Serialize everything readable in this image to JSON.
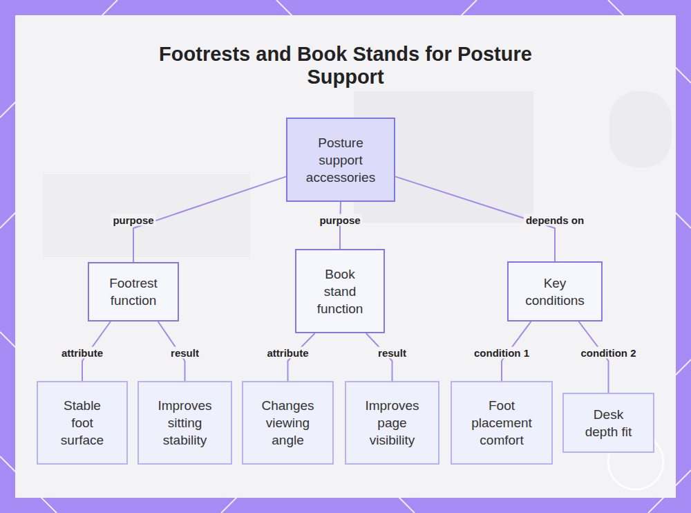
{
  "diagram": {
    "title": "Footrests and Book Stands for Posture Support",
    "nodes": [
      {
        "text": [
          "Posture support accessories"
        ]
      },
      {
        "text": [
          "Footrest function"
        ]
      },
      {
        "text": [
          "Book stand function"
        ]
      },
      {
        "text": [
          "Key conditions"
        ]
      },
      {
        "text": [
          "Stable foot surface"
        ]
      },
      {
        "text": [
          "Improves sitting stability"
        ]
      },
      {
        "text": [
          "Changes viewing angle"
        ]
      },
      {
        "text": [
          "Improves page visibility"
        ]
      },
      {
        "text": [
          "Foot placement comfort"
        ]
      },
      {
        "text": [
          "Desk depth fit"
        ]
      }
    ],
    "edges": [
      {
        "from": 0,
        "to": 1,
        "label": "purpose",
        "arrow": "none"
      },
      {
        "from": 0,
        "to": 2,
        "label": "purpose",
        "arrow": "none"
      },
      {
        "from": 0,
        "to": 3,
        "label": "depends on",
        "arrow": "none"
      },
      {
        "from": 1,
        "to": 4,
        "label": "attribute",
        "arrow": "none"
      },
      {
        "from": 1,
        "to": 5,
        "label": "result",
        "arrow": "none"
      },
      {
        "from": 2,
        "to": 6,
        "label": "attribute",
        "arrow": "none"
      },
      {
        "from": 2,
        "to": 7,
        "label": "result",
        "arrow": "none"
      },
      {
        "from": 3,
        "to": 8,
        "label": "condition 1",
        "arrow": "none"
      },
      {
        "from": 3,
        "to": 9,
        "label": "condition 2",
        "arrow": "none"
      }
    ]
  }
}
